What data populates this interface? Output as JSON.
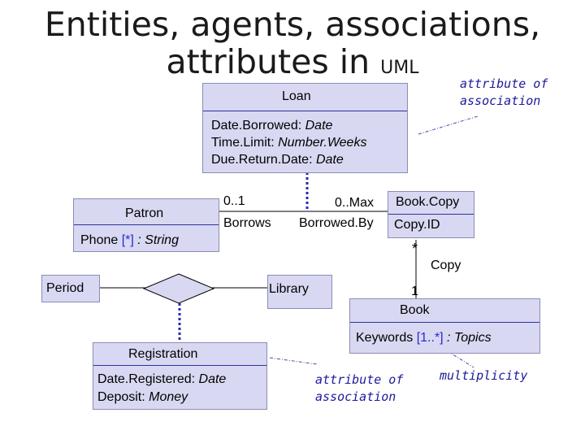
{
  "title": {
    "line1": "Entities, agents, associations,",
    "line2_main": "attributes in ",
    "line2_small": "UML"
  },
  "loan": {
    "name": "Loan",
    "attr1_name": "Date.Borrowed: ",
    "attr1_type": "Date",
    "attr2_name": "Time.Limit: ",
    "attr2_type": "Number.Weeks",
    "attr3_name": "Due.Return.Date:  ",
    "attr3_type": "Date"
  },
  "patron": {
    "name": "Patron",
    "attr_name": "Phone ",
    "attr_mult": "[*]",
    "attr_type": " : String"
  },
  "bookcopy": {
    "name": "Book.Copy",
    "attr": "Copy.ID"
  },
  "book": {
    "name": "Book",
    "attr_name": "Keywords ",
    "attr_mult": "[1..*]",
    "attr_type": " : Topics"
  },
  "registration": {
    "name": "Registration",
    "attr1_name": "Date.Registered: ",
    "attr1_type": "Date",
    "attr2_name": "Deposit: ",
    "attr2_type": "Money"
  },
  "period": {
    "name": "Period"
  },
  "library": {
    "name": "Library"
  },
  "labels": {
    "patron_mult": "0..1",
    "patron_role": "Borrows",
    "copy_mult": "0..Max",
    "copy_role": "Borrowed.By",
    "star": "*",
    "copy_label": "Copy",
    "one": "1"
  },
  "notes": {
    "attr_assoc_top_1": "attribute of",
    "attr_assoc_top_2": "association",
    "attr_assoc_bottom_1": "attribute of",
    "attr_assoc_bottom_2": "association",
    "multiplicity": "multiplicity"
  },
  "colors": {
    "box_fill": "#d8d8f2",
    "separator": "#3030a0",
    "note_text": "#1a1a9a",
    "multiplicity_text": "#2a2ac8"
  }
}
